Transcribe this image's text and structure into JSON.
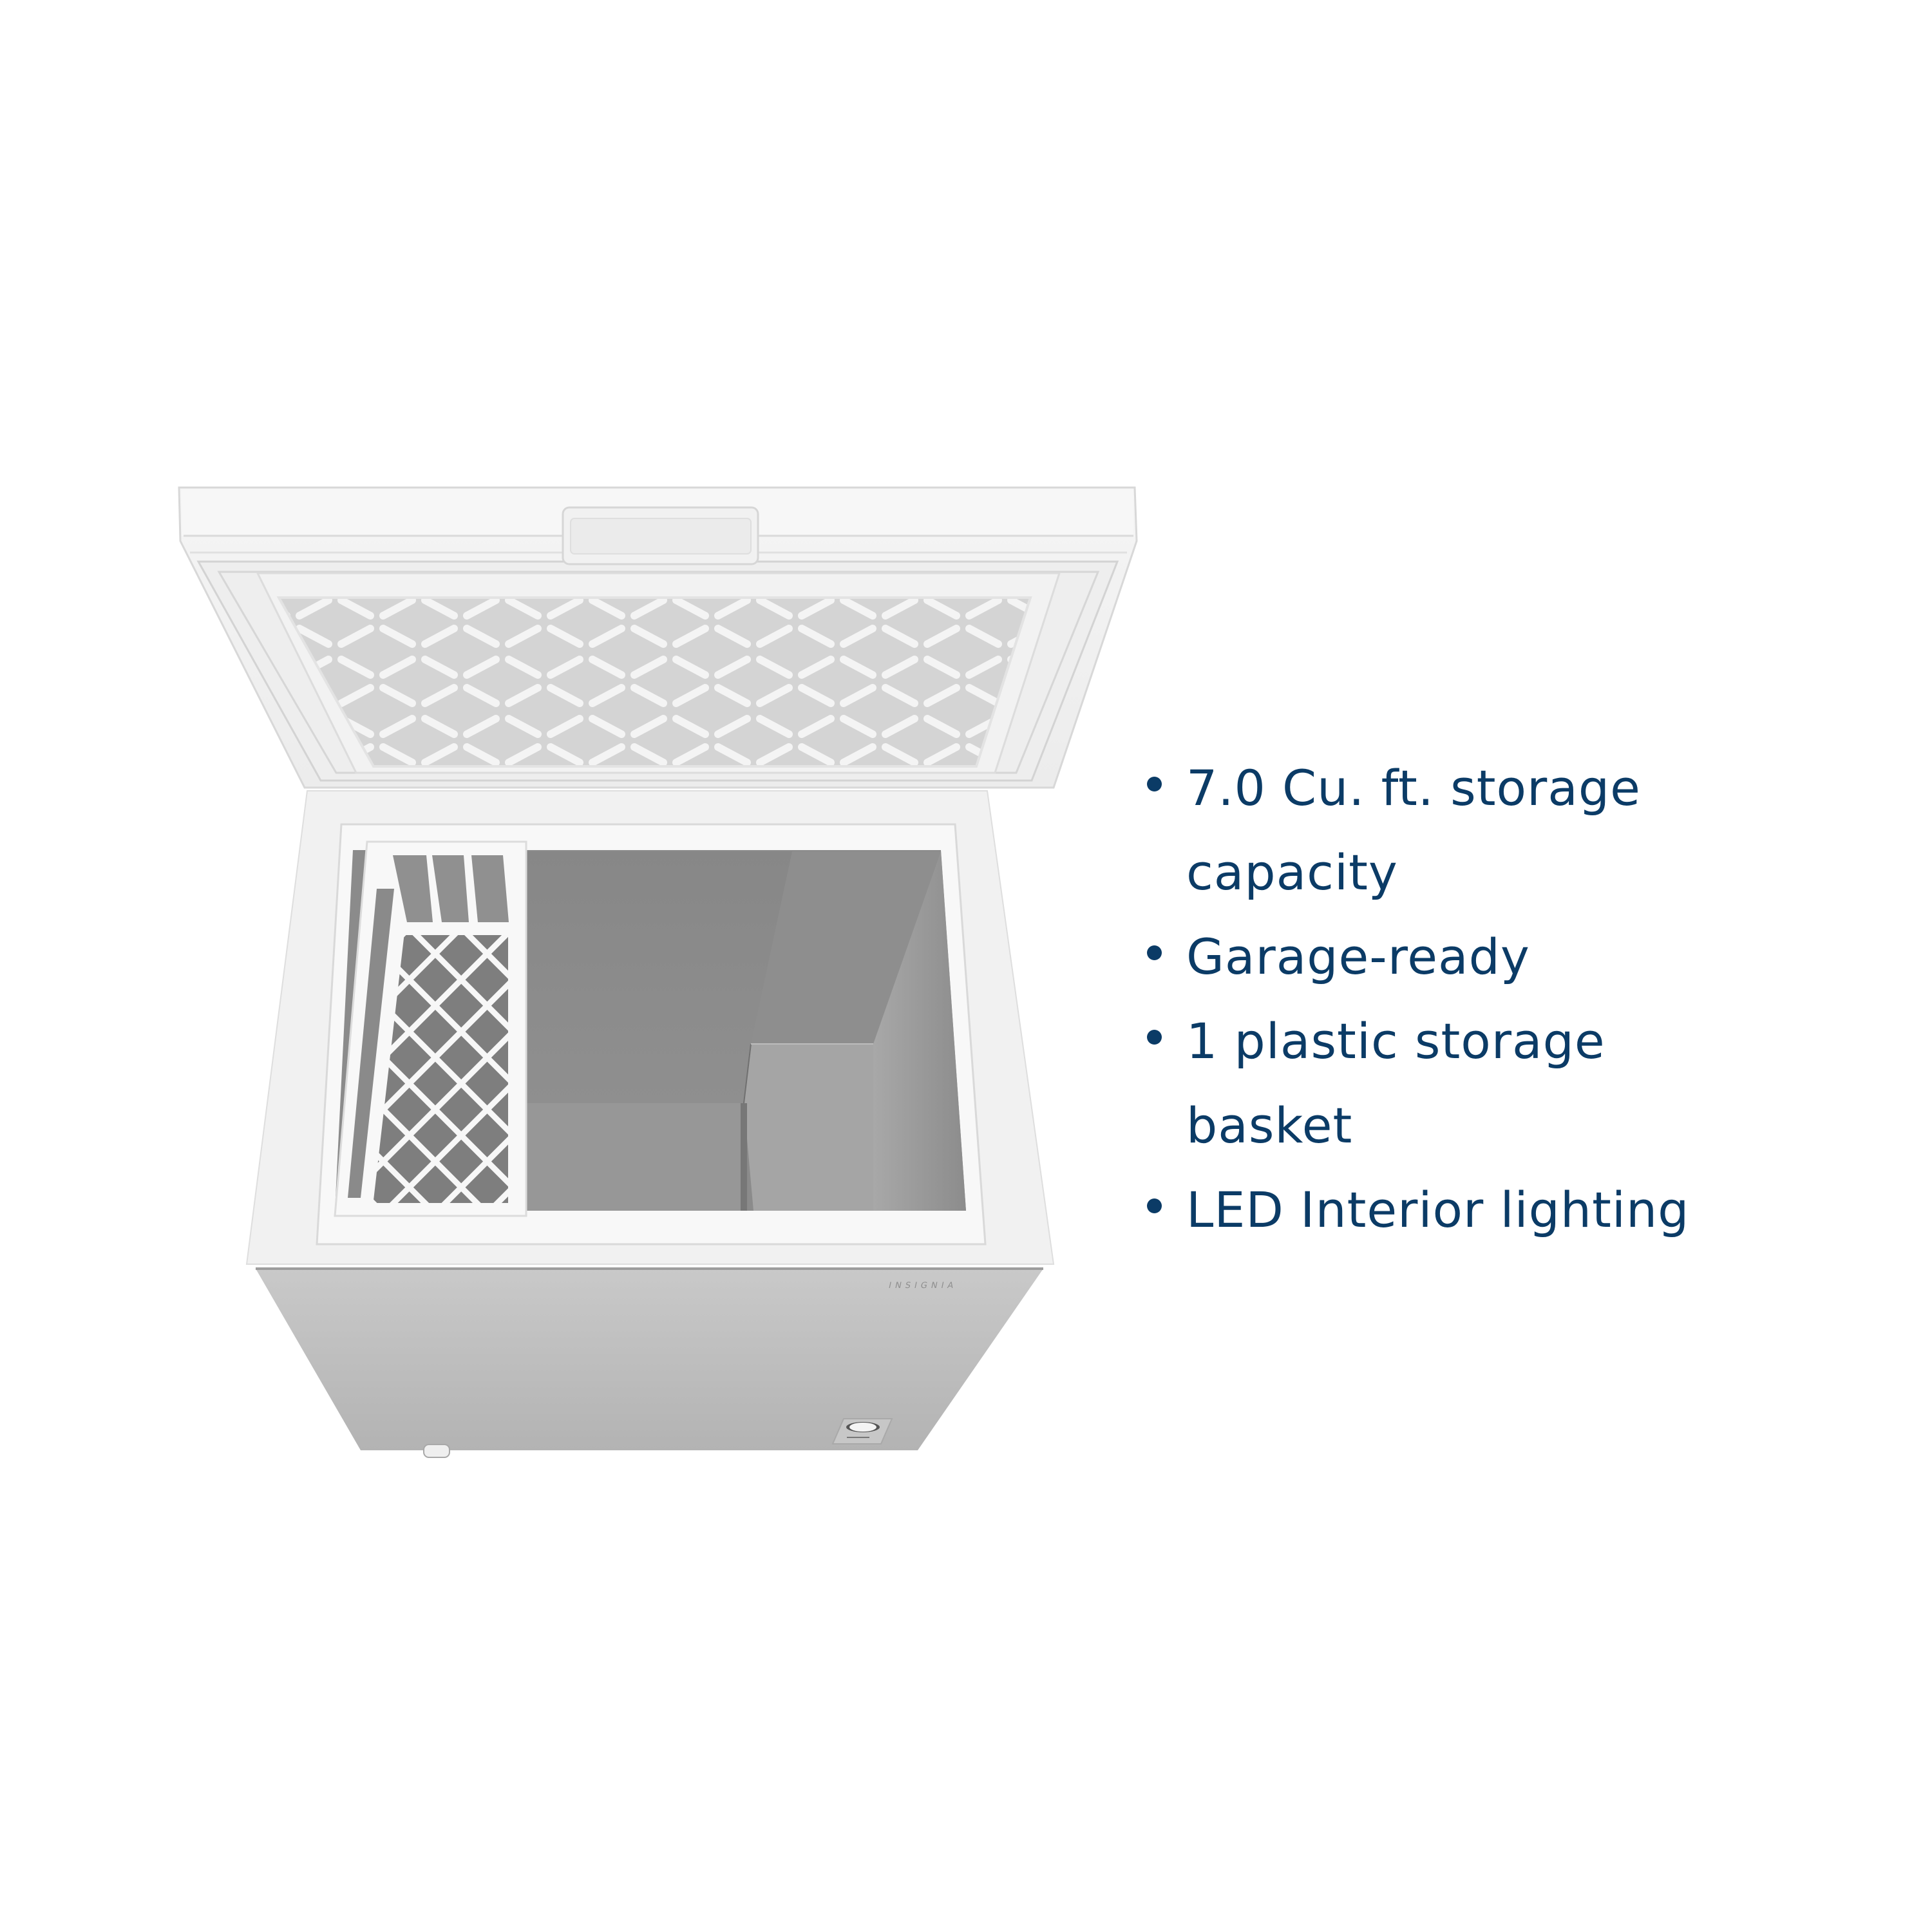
{
  "product": {
    "name": "chest-freezer",
    "brand_label": "INSIGNIA",
    "colors": {
      "background": "#ffffff",
      "text_accent": "#0b3b66",
      "cabinet": "#bdbdbd",
      "white_trim": "#f3f3f3",
      "interior": "#8e8e8e"
    }
  },
  "features": [
    {
      "text": "7.0 Cu. ft. storage capacity",
      "lines": [
        "7.0 Cu. ft. storage",
        "capacity"
      ],
      "bullet_icon": "bullet-dot"
    },
    {
      "text": "Garage-ready",
      "lines": [
        "Garage-ready"
      ],
      "bullet_icon": "bullet-dot"
    },
    {
      "text": "1 plastic storage basket",
      "lines": [
        "1 plastic storage",
        "basket"
      ],
      "bullet_icon": "bullet-dot"
    },
    {
      "text": "LED Interior lighting",
      "lines": [
        "LED Interior lighting"
      ],
      "bullet_icon": "bullet-dot"
    }
  ]
}
